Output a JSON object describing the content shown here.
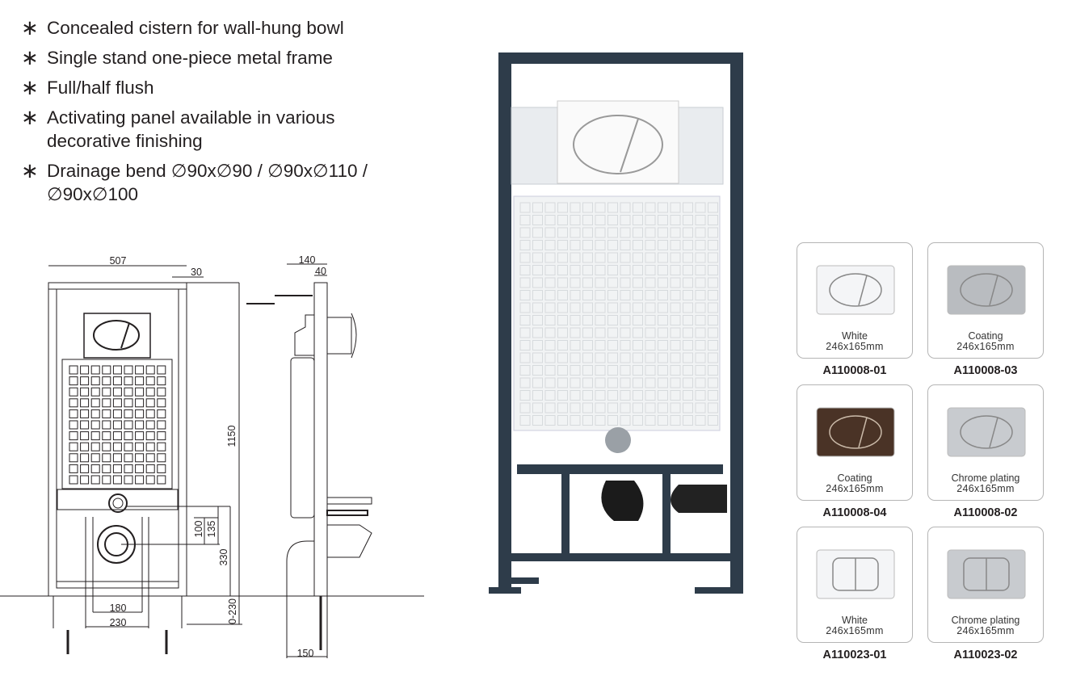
{
  "features": [
    {
      "icon": "asterisk",
      "text": "Concealed cistern for wall-hung bowl"
    },
    {
      "icon": "asterisk",
      "text": "Single stand one-piece metal frame"
    },
    {
      "icon": "asterisk",
      "text": "Full/half flush"
    },
    {
      "icon": "asterisk",
      "text": "Activating panel available in various decorative finishing"
    },
    {
      "icon": "asterisk",
      "text": "Drainage bend  ∅90x∅90 / ∅90x∅110 / ∅90x∅100"
    }
  ],
  "drawing": {
    "dims": {
      "width": "507",
      "offset": "30",
      "height": "1150",
      "d135": "135",
      "d100": "100",
      "d330": "330",
      "floor": "0-230",
      "d180": "180",
      "d230": "230",
      "depth": "140",
      "d40": "40",
      "d150": "150"
    }
  },
  "panels": [
    {
      "finish": "White",
      "size": "246x165mm",
      "code": "A110008-01",
      "color": "#f4f5f7",
      "style": "oval"
    },
    {
      "finish": "Coating",
      "size": "246x165mm",
      "code": "A110008-03",
      "color": "#b9bcc0",
      "style": "oval"
    },
    {
      "finish": "Coating",
      "size": "246x165mm",
      "code": "A110008-04",
      "color": "#4a3326",
      "style": "oval"
    },
    {
      "finish": "Chrome plating",
      "size": "246x165mm",
      "code": "A110008-02",
      "color": "#c8cbcf",
      "style": "oval"
    },
    {
      "finish": "White",
      "size": "246x165mm",
      "code": "A110023-01",
      "color": "#f4f5f7",
      "style": "dual"
    },
    {
      "finish": "Chrome plating",
      "size": "246x165mm",
      "code": "A110023-02",
      "color": "#c8cbcf",
      "style": "dual"
    }
  ],
  "colors": {
    "frame": "#2e3c4a",
    "text": "#231f20"
  }
}
